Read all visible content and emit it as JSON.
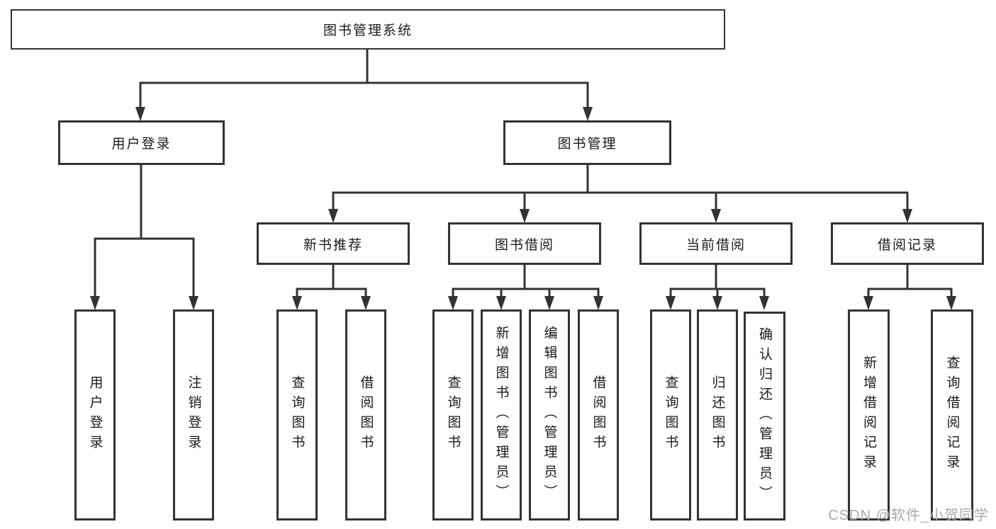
{
  "diagram": {
    "root": {
      "label": "图书管理系统"
    },
    "level2": [
      {
        "label": "用户登录"
      },
      {
        "label": "图书管理"
      }
    ],
    "level3": [
      {
        "label": "新书推荐"
      },
      {
        "label": "图书借阅"
      },
      {
        "label": "当前借阅"
      },
      {
        "label": "借阅记录"
      }
    ],
    "leaves": {
      "user_login": [
        {
          "label": "用户登录"
        },
        {
          "label": "注销登录"
        }
      ],
      "new_book": [
        {
          "label": "查询图书"
        },
        {
          "label": "借阅图书"
        }
      ],
      "book_borrow": [
        {
          "label": "查询图书"
        },
        {
          "label": "新增图书（管理员）"
        },
        {
          "label": "编辑图书（管理员）"
        },
        {
          "label": "借阅图书"
        }
      ],
      "current_borrow": [
        {
          "label": "查询图书"
        },
        {
          "label": "归还图书"
        },
        {
          "label": "确认归还（管理员）"
        }
      ],
      "borrow_record": [
        {
          "label": "新增借阅记录"
        },
        {
          "label": "查询借阅记录"
        }
      ]
    }
  },
  "watermark": {
    "text": "CSDN @软件_小贺同学"
  },
  "colors": {
    "line": "#333333",
    "box_border": "#333333",
    "text": "#1a1a1a",
    "watermark": "#aaaaaa",
    "background": "#ffffff"
  }
}
